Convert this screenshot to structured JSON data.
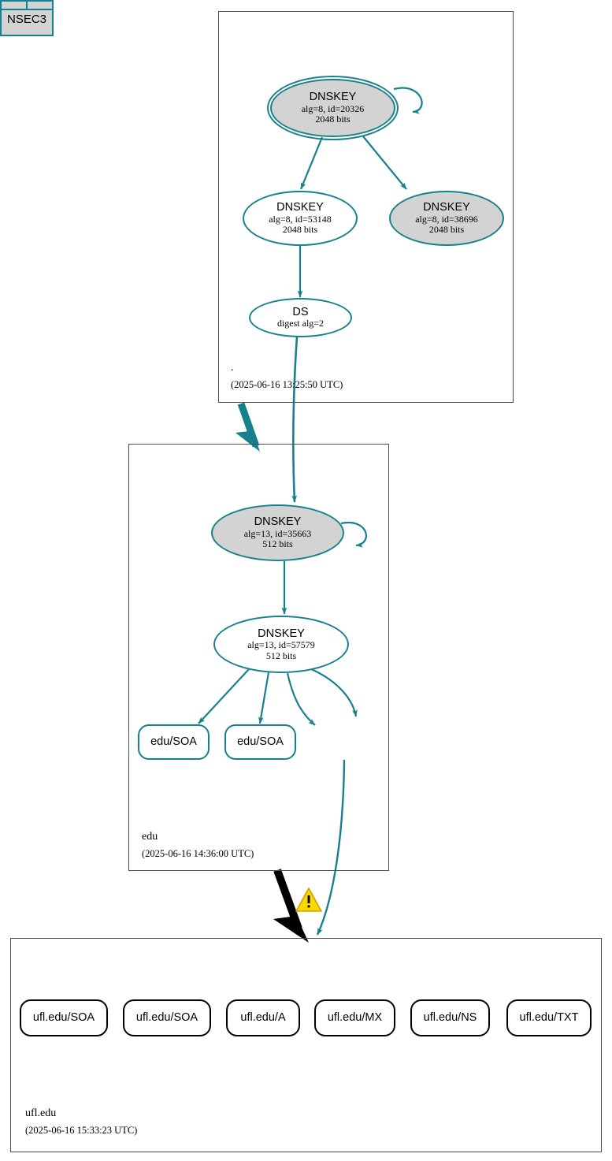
{
  "diagram": {
    "type": "dnssec-authentication-chain",
    "colors": {
      "secure_edge": "#17808f",
      "insecure_edge": "#000000",
      "node_fill_gray": "#d3d3d3",
      "zone_border": "#4d4d4d",
      "warning_yellow": "#ffd700"
    },
    "zones": [
      {
        "id": "root",
        "name": ".",
        "timestamp": "(2025-06-16 13:25:50 UTC)",
        "nodes": [
          {
            "id": "root-ksk",
            "kind": "dnskey",
            "role": "ksk",
            "title": "DNSKEY",
            "params": "alg=8, id=20326",
            "size": "2048 bits",
            "filled": true,
            "double_ring": true,
            "self_loop": true
          },
          {
            "id": "root-zsk-53148",
            "kind": "dnskey",
            "role": "zsk",
            "title": "DNSKEY",
            "params": "alg=8, id=53148",
            "size": "2048 bits",
            "filled": false,
            "double_ring": false,
            "self_loop": false
          },
          {
            "id": "root-zsk-38696",
            "kind": "dnskey",
            "role": "zsk",
            "title": "DNSKEY",
            "params": "alg=8, id=38696",
            "size": "2048 bits",
            "filled": true,
            "double_ring": false,
            "self_loop": false
          },
          {
            "id": "root-ds",
            "kind": "ds",
            "title": "DS",
            "params": "digest alg=2",
            "filled": false
          }
        ]
      },
      {
        "id": "edu",
        "name": "edu",
        "timestamp": "(2025-06-16 14:36:00 UTC)",
        "nodes": [
          {
            "id": "edu-ksk",
            "kind": "dnskey",
            "role": "ksk",
            "title": "DNSKEY",
            "params": "alg=13, id=35663",
            "size": "512 bits",
            "filled": true,
            "double_ring": false,
            "self_loop": true
          },
          {
            "id": "edu-zsk",
            "kind": "dnskey",
            "role": "zsk",
            "title": "DNSKEY",
            "params": "alg=13, id=57579",
            "size": "512 bits",
            "filled": false,
            "double_ring": false,
            "self_loop": false
          },
          {
            "id": "edu-soa-1",
            "kind": "rrset",
            "label": "edu/SOA",
            "secure": true
          },
          {
            "id": "edu-soa-2",
            "kind": "rrset",
            "label": "edu/SOA",
            "secure": true
          },
          {
            "id": "edu-nsec3",
            "kind": "nsec",
            "label": "NSEC3",
            "secure": true
          }
        ]
      },
      {
        "id": "ufl-edu",
        "name": "ufl.edu",
        "timestamp": "(2025-06-16 15:33:23 UTC)",
        "nodes": [
          {
            "id": "ufl-soa-1",
            "kind": "rrset",
            "label": "ufl.edu/SOA",
            "secure": false
          },
          {
            "id": "ufl-soa-2",
            "kind": "rrset",
            "label": "ufl.edu/SOA",
            "secure": false
          },
          {
            "id": "ufl-a",
            "kind": "rrset",
            "label": "ufl.edu/A",
            "secure": false
          },
          {
            "id": "ufl-mx",
            "kind": "rrset",
            "label": "ufl.edu/MX",
            "secure": false
          },
          {
            "id": "ufl-ns",
            "kind": "rrset",
            "label": "ufl.edu/NS",
            "secure": false
          },
          {
            "id": "ufl-txt",
            "kind": "rrset",
            "label": "ufl.edu/TXT",
            "secure": false
          }
        ]
      }
    ],
    "delegations": [
      {
        "from": "root",
        "to": "edu",
        "style": "secure-thick-teal"
      },
      {
        "from": "edu",
        "to": "ufl-edu",
        "style": "insecure-thick-black",
        "warning": true
      }
    ],
    "warning": {
      "icon": "warning-triangle-icon",
      "glyph": "!"
    }
  }
}
